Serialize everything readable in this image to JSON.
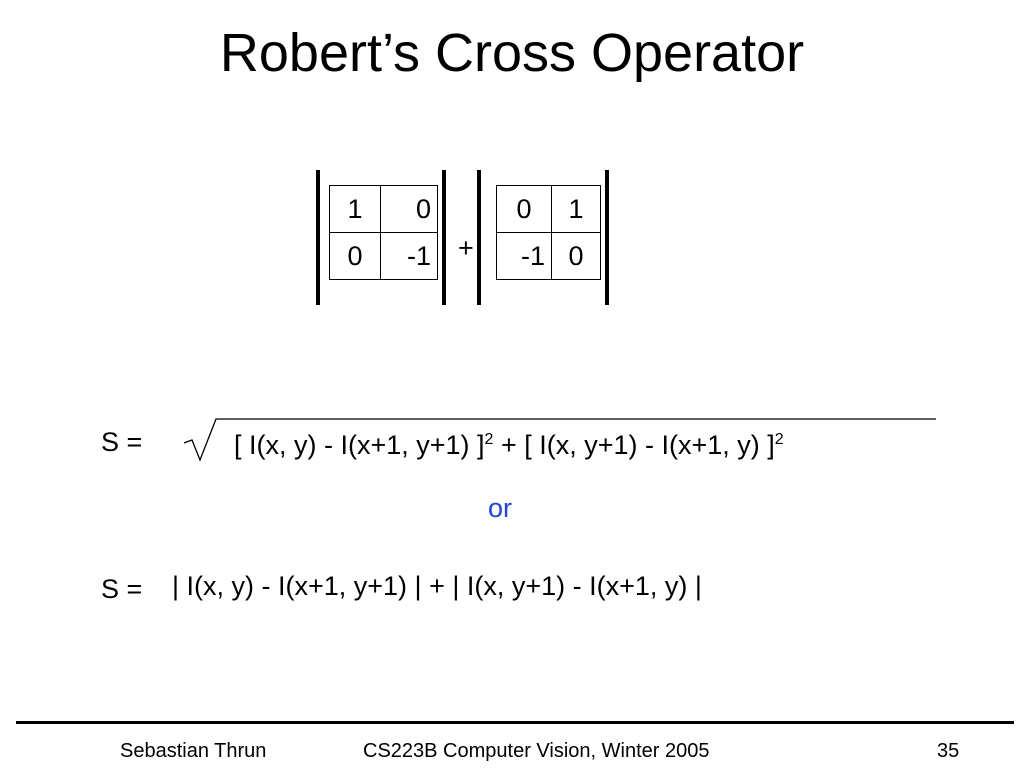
{
  "slide": {
    "title": "Robert’s Cross Operator",
    "matrix_left": [
      [
        "1",
        "0"
      ],
      [
        "0",
        "-1"
      ]
    ],
    "matrix_right": [
      [
        "0",
        "1"
      ],
      [
        "-1",
        "0"
      ]
    ],
    "plus": "+",
    "equation1": {
      "label": "S =",
      "expr_part1": "[ I(x, y) - I(x+1, y+1) ]",
      "exp1": "2",
      "expr_part2": " + [ I(x, y+1) - I(x+1, y) ]",
      "exp2": "2"
    },
    "or_text": "or",
    "equation2": {
      "label": "S =",
      "expr": "| I(x, y) - I(x+1, y+1) | + | I(x, y+1) - I(x+1, y) |"
    }
  },
  "footer": {
    "author": "Sebastian Thrun",
    "course": "CS223B Computer Vision, Winter 2005",
    "page": "35"
  },
  "colors": {
    "or_accent": "#1f43d6",
    "text": "#000000",
    "background": "#ffffff"
  }
}
